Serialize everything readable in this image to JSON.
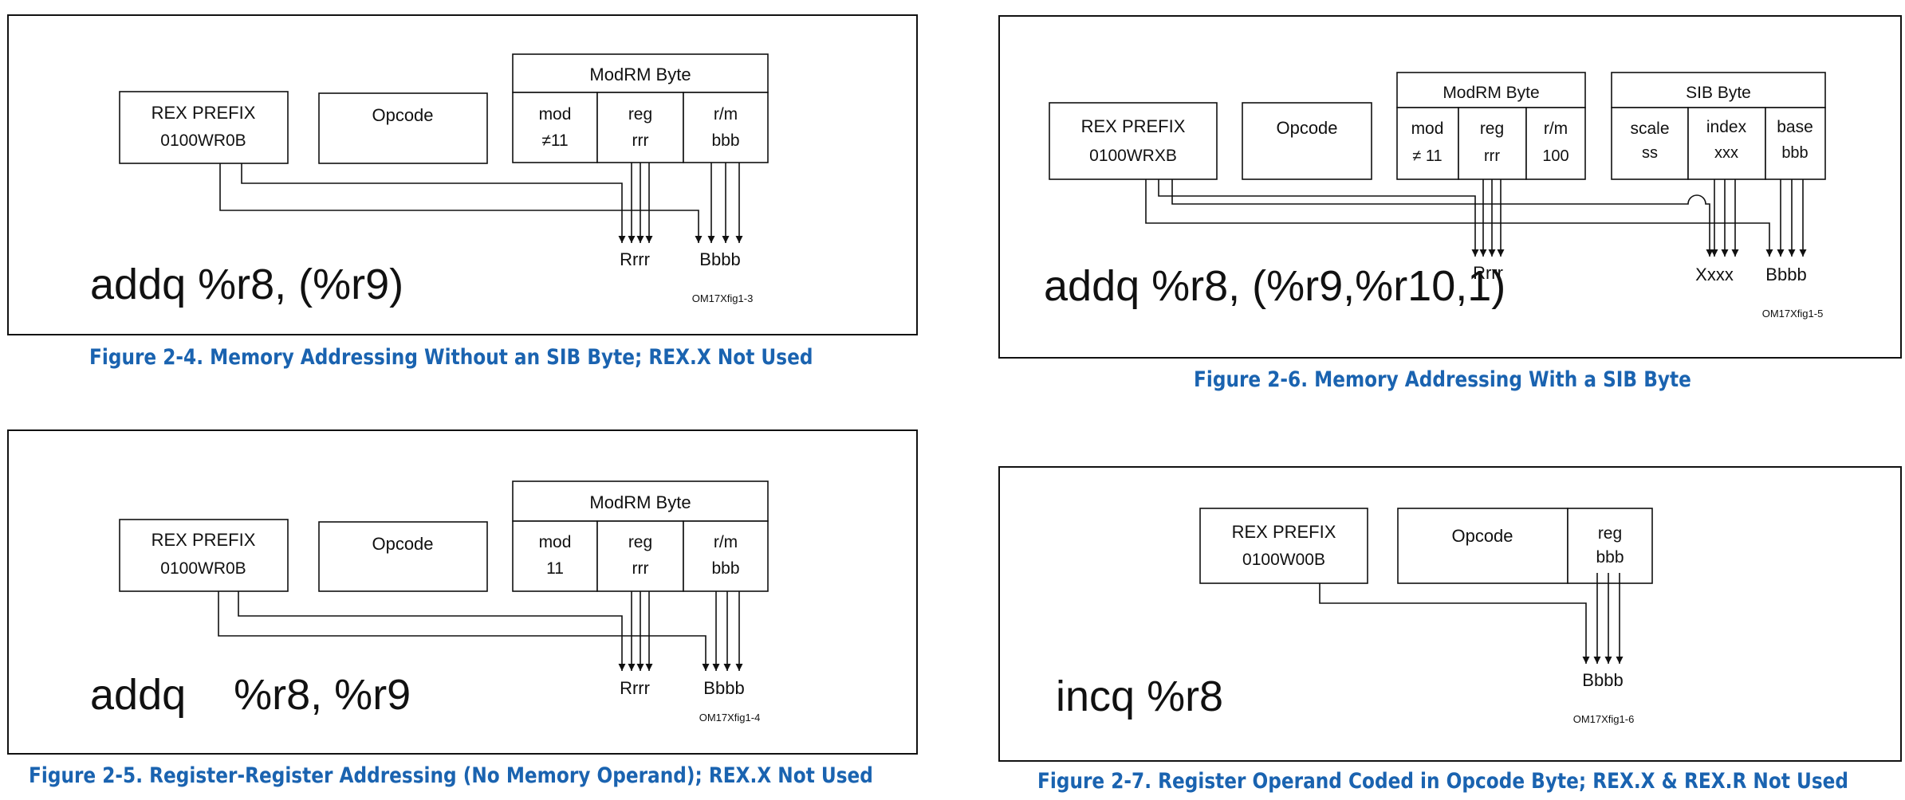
{
  "fig24": {
    "rex": [
      "REX PREFIX",
      "0100WR0B"
    ],
    "opcode": "Opcode",
    "modrm": "ModRM Byte",
    "mod": [
      "mod",
      "≠11"
    ],
    "reg": [
      "reg",
      "rrr"
    ],
    "rm": [
      "r/m",
      "bbb"
    ],
    "out1": "Rrrr",
    "out2": "Bbbb",
    "instr": "addq %r8, (%r9)",
    "tag": "OM17Xfig1-3",
    "caption": "Figure 2-4.  Memory Addressing Without an SIB Byte; REX.X Not Used"
  },
  "fig25": {
    "rex": [
      "REX PREFIX",
      "0100WR0B"
    ],
    "opcode": "Opcode",
    "modrm": "ModRM Byte",
    "mod": [
      "mod",
      "11"
    ],
    "reg": [
      "reg",
      "rrr"
    ],
    "rm": [
      "r/m",
      "bbb"
    ],
    "out1": "Rrrr",
    "out2": "Bbbb",
    "instr": "addq    %r8, %r9",
    "tag": "OM17Xfig1-4",
    "caption": "Figure 2-5.  Register-Register Addressing (No Memory Operand); REX.X Not Used"
  },
  "fig26": {
    "rex": [
      "REX PREFIX",
      "0100WRXB"
    ],
    "opcode": "Opcode",
    "modrm": "ModRM Byte",
    "mod": [
      "mod",
      "≠ 11"
    ],
    "reg": [
      "reg",
      "rrr"
    ],
    "rm": [
      "r/m",
      "100"
    ],
    "sib": "SIB Byte",
    "scale": [
      "scale",
      "ss"
    ],
    "index": [
      "index",
      "xxx"
    ],
    "base": [
      "base",
      "bbb"
    ],
    "out1": "Rrrr",
    "out2": "Xxxx",
    "out3": "Bbbb",
    "instr": "addq %r8, (%r9,%r10,1)",
    "tag": "OM17Xfig1-5",
    "caption": "Figure 2-6.  Memory Addressing With a SIB Byte"
  },
  "fig27": {
    "rex": [
      "REX PREFIX",
      "0100W00B"
    ],
    "opcode": "Opcode",
    "reg": [
      "reg",
      "bbb"
    ],
    "out1": "Bbbb",
    "instr": "incq %r8",
    "tag": "OM17Xfig1-6",
    "caption": "Figure 2-7.  Register Operand Coded in Opcode Byte; REX.X & REX.R Not Used"
  }
}
